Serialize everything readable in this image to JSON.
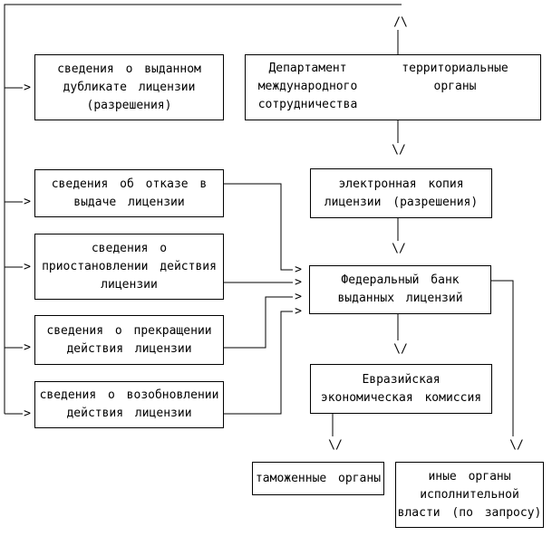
{
  "boxes": {
    "duplicate": {
      "label": "сведения о выданном\nдубликате лицензии\n(разрешения)"
    },
    "refusal": {
      "label": "сведения об отказе в\nвыдаче лицензии"
    },
    "suspension": {
      "label": "сведения о\nприостановлении действия\nлицензии"
    },
    "termination": {
      "label": "сведения о прекращении\nдействия лицензии"
    },
    "renewal": {
      "label": "сведения о возобновлении\nдействия лицензии"
    },
    "department": {
      "label": "Департамент\nмеждународного\nсотрудничества"
    },
    "territorial": {
      "label": "территориальные\nорганы"
    },
    "ecopy": {
      "label": "электронная копия\nлицензии (разрешения)"
    },
    "fedbank": {
      "label": "Федеральный банк\nвыданных лицензий"
    },
    "eec": {
      "label": "Евразийская\nэкономическая комиссия"
    },
    "customs": {
      "label": "таможенные органы"
    },
    "other_bodies": {
      "label": "иные органы\nисполнительной\nвласти (по запросу)"
    }
  },
  "glyphs": {
    "arrow_up": "/\\",
    "arrow_down": "\\/",
    "arrow_right": ">"
  },
  "colors": {
    "line": "#000000",
    "box_border": "#000000",
    "text": "#000000",
    "background": "#ffffff"
  }
}
